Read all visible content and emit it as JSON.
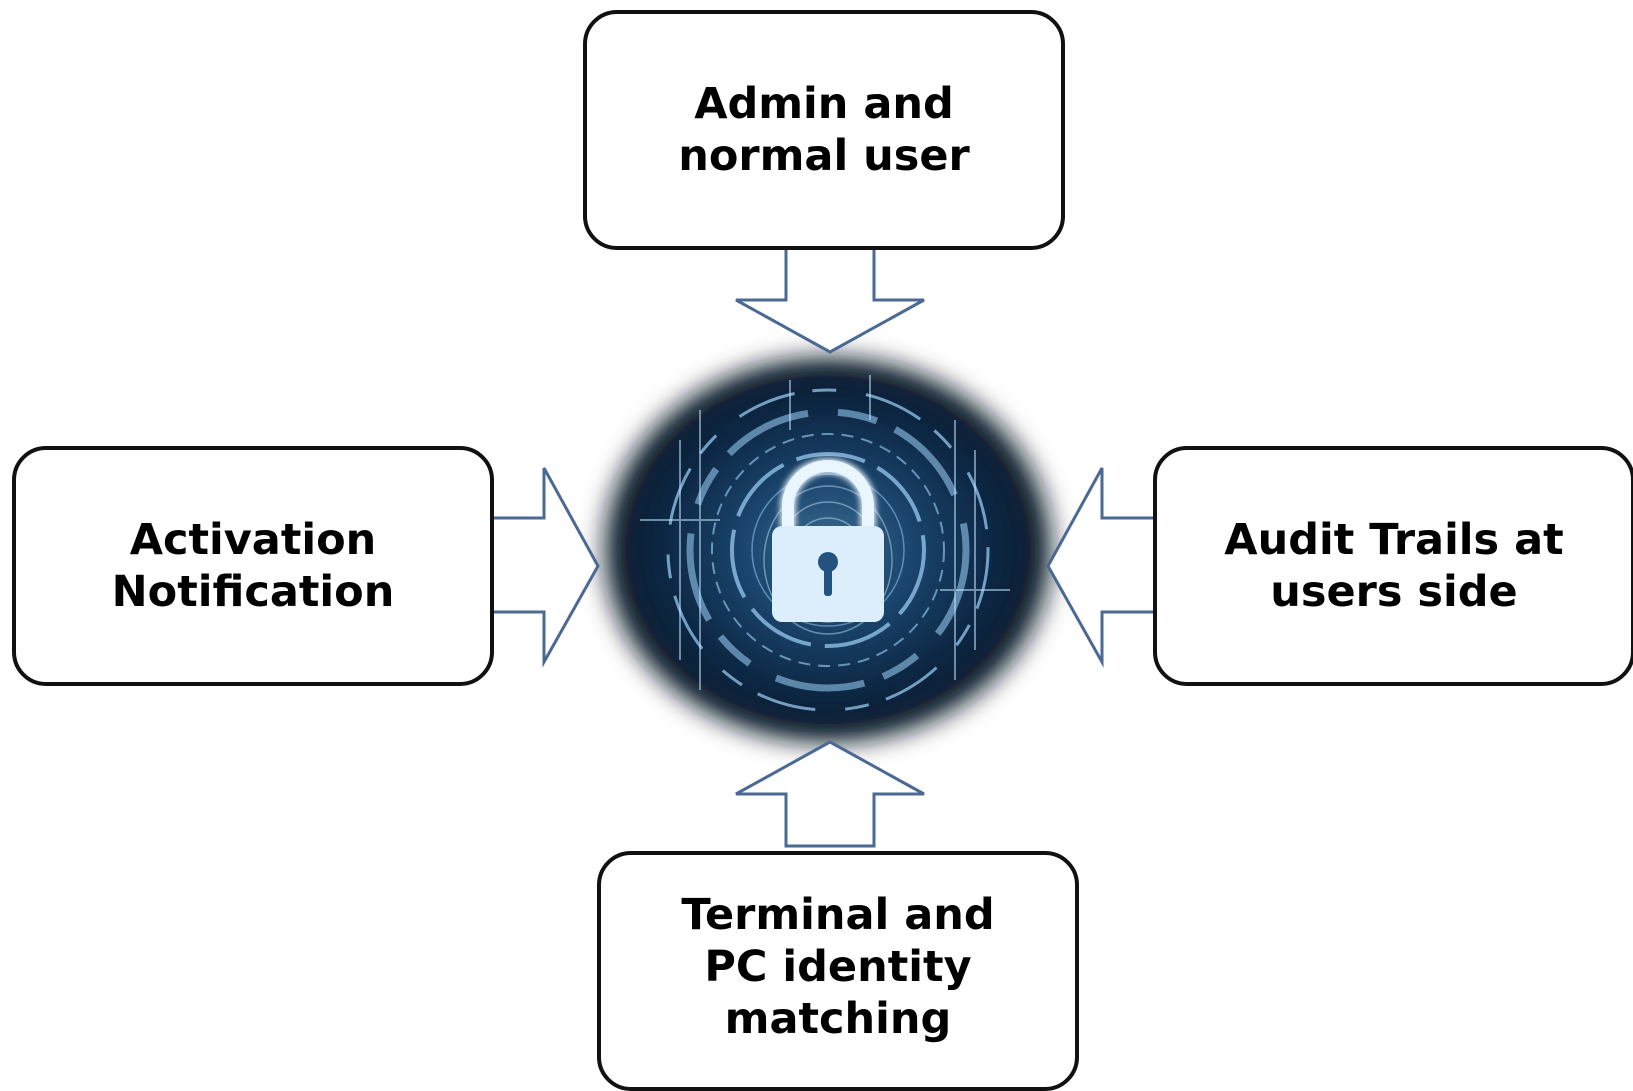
{
  "diagram": {
    "center": {
      "icon": "padlock-icon",
      "glow_color": "#5aaee8",
      "dark_color": "#0a1a2c"
    },
    "arrow_color": "#4a6a94",
    "nodes": {
      "top": {
        "lines": [
          "Admin and",
          "normal user"
        ]
      },
      "left": {
        "lines": [
          "Activation",
          "Notification"
        ]
      },
      "right": {
        "lines": [
          "Audit Trails at",
          "users side"
        ]
      },
      "bottom": {
        "lines": [
          "Terminal and",
          "PC identity",
          "matching"
        ]
      }
    }
  }
}
